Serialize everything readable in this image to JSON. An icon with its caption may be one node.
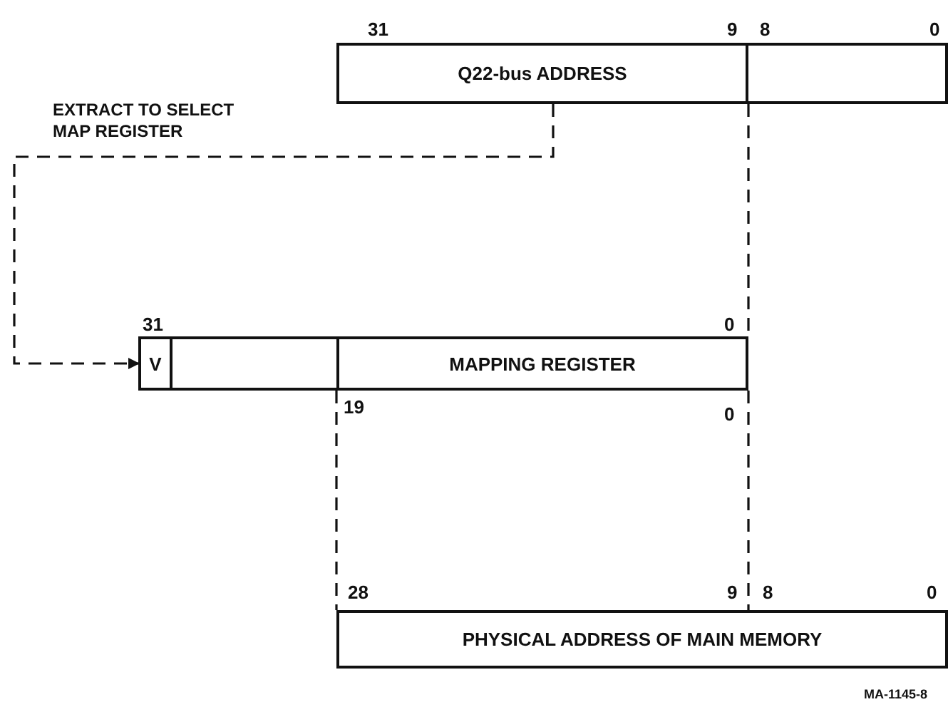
{
  "diagram": {
    "nodes": [
      {
        "text": [
          "Q22-bus ADDRESS"
        ]
      },
      {
        "text": [],
        "shape": "box"
      },
      {
        "text": [
          "V"
        ]
      },
      {
        "text": [],
        "shape": "box"
      },
      {
        "text": [
          "MAPPING REGISTER"
        ]
      },
      {
        "text": [
          "PHYSICAL ADDRESS OF MAIN MEMORY"
        ]
      }
    ],
    "edges": [
      {
        "from": 0,
        "to": 2,
        "arrow": "to",
        "style": "dashed",
        "label": "EXTRACT TO SELECT MAP REGISTER"
      },
      {
        "from": 0,
        "to": 4,
        "arrow": "none",
        "style": "dashed"
      },
      {
        "from": 4,
        "to": 5,
        "arrow": "none",
        "style": "dashed"
      },
      {
        "from": 4,
        "to": 5,
        "arrow": "none",
        "style": "dashed"
      }
    ],
    "labels": [
      "31",
      "9",
      "8",
      "0",
      "31",
      "0",
      "19",
      "0",
      "28",
      "9",
      "8",
      "0",
      "MA-1145-8"
    ]
  }
}
